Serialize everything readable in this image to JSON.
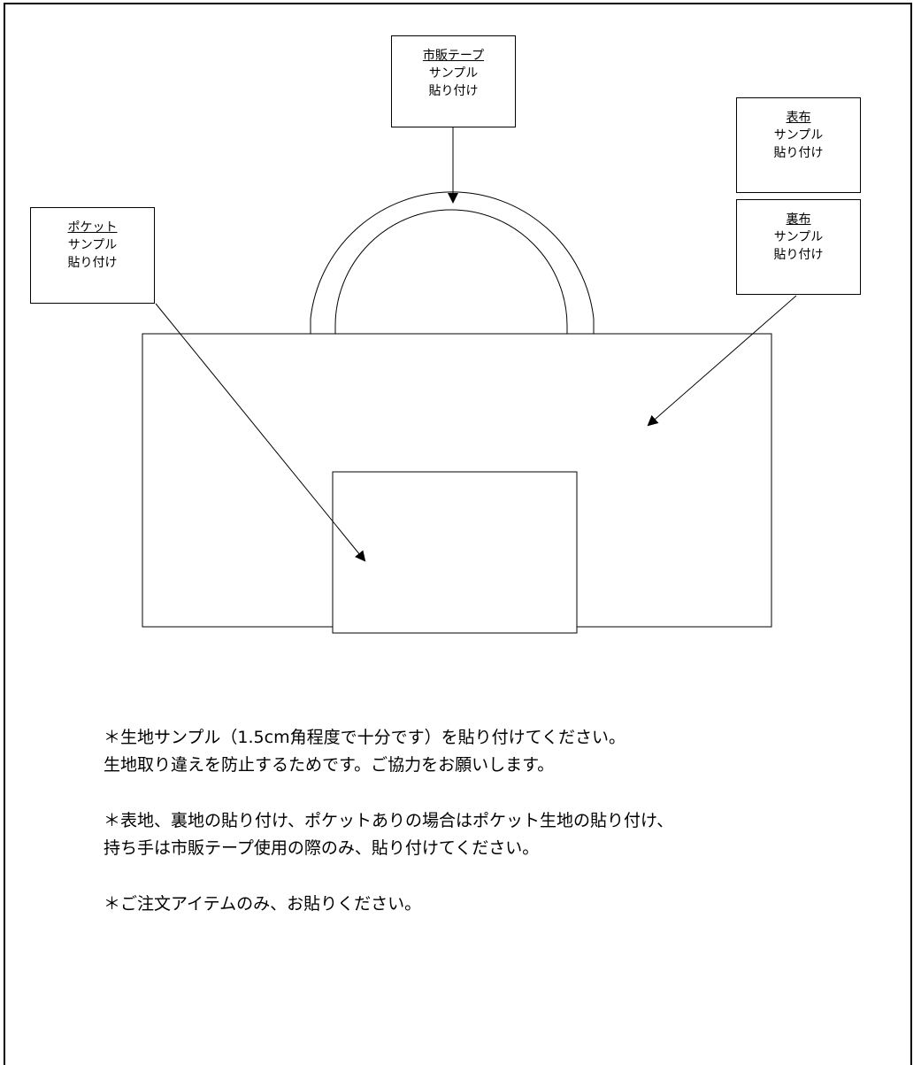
{
  "labels": {
    "tape": {
      "title": "市販テープ",
      "line1": "サンプル",
      "line2": "貼り付け"
    },
    "outer": {
      "title": "表布",
      "line1": "サンプル",
      "line2": "貼り付け"
    },
    "lining": {
      "title": "裏布",
      "line1": "サンプル",
      "line2": "貼り付け"
    },
    "pocket": {
      "title": "ポケット",
      "line1": "サンプル",
      "line2": "貼り付け"
    }
  },
  "notes": [
    {
      "line1": "＊生地サンプル（1.5cm角程度で十分です）を貼り付けてください。",
      "line2": "生地取り違えを防止するためです。ご協力をお願いします。"
    },
    {
      "line1": "＊表地、裏地の貼り付け、ポケットありの場合はポケット生地の貼り付け、",
      "line2": "持ち手は市販テープ使用の際のみ、貼り付けてください。"
    },
    {
      "line1": "＊ご注文アイテムのみ、お貼りください。"
    }
  ]
}
